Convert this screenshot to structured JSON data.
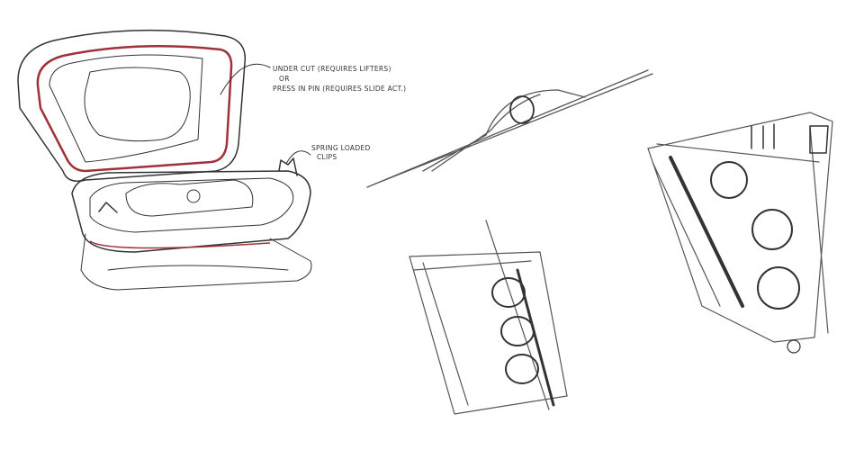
{
  "annotations": {
    "undercut_line1": "UNDER CUT (REQUIRES LIFTERS)",
    "undercut_line2": "OR",
    "undercut_line3": "PRESS IN PIN (REQUIRES SLIDE ACT.)",
    "clips_line1": "SPRING LOADED",
    "clips_line2": "CLIPS"
  },
  "colors": {
    "seal": "#a0303a",
    "ink": "#333333",
    "pencil": "#555555"
  }
}
